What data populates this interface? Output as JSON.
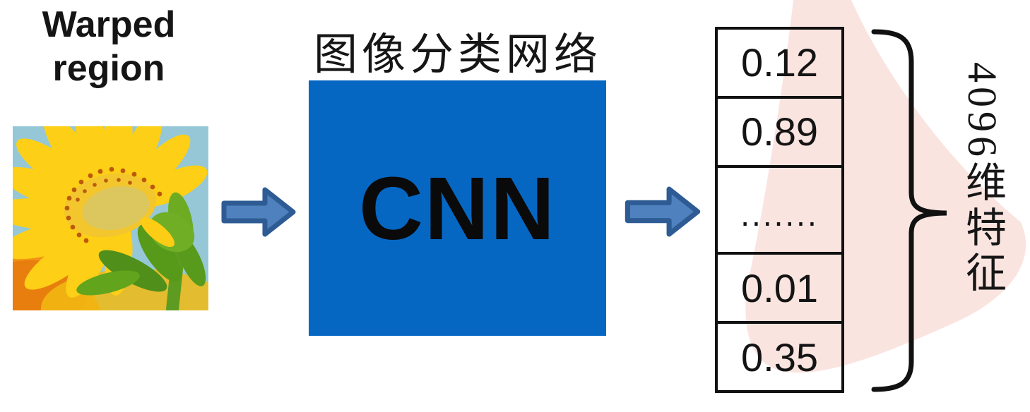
{
  "labels": {
    "input_line1": "Warped",
    "input_line2": "region",
    "network_title": "图像分类网络",
    "network_name": "CNN",
    "feature_dim": "4096维特征"
  },
  "features": {
    "values": [
      "0.12",
      "0.89",
      ".......",
      "0.01",
      "0.35"
    ]
  },
  "icons": {
    "arrow_1": "right-block-arrow",
    "arrow_2": "right-block-arrow",
    "image": "sunflower-photo"
  },
  "colors": {
    "cnn_box": "#0667c3",
    "arrow_fill": "#4e81bd",
    "arrow_outline": "#2e5b94",
    "watermark": "#fae4e0"
  }
}
